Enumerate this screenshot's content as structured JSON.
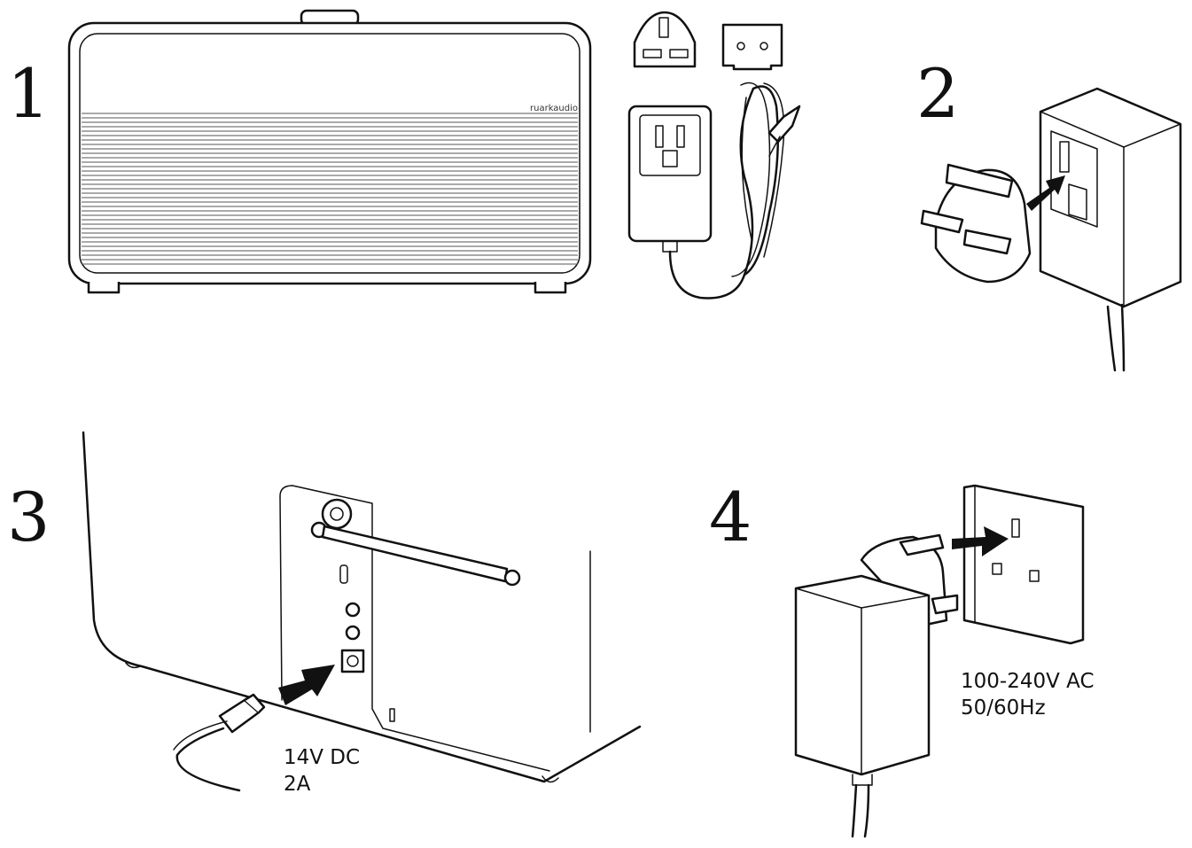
{
  "steps": [
    {
      "number": "1"
    },
    {
      "number": "2"
    },
    {
      "number": "3",
      "spec": [
        "14V DC",
        "2A"
      ]
    },
    {
      "number": "4",
      "spec": [
        "100-240V AC",
        "50/60Hz"
      ]
    }
  ],
  "speaker": {
    "brand": "ruarkaudio"
  },
  "icons": [
    "speaker-icon",
    "uk-plug-adapter-icon",
    "eu-plug-adapter-icon",
    "power-adapter-icon",
    "adapter-cable-icon",
    "antenna-icon",
    "dc-input-port-icon",
    "insert-arrow-icon",
    "wall-socket-icon",
    "dc-plug-icon"
  ]
}
